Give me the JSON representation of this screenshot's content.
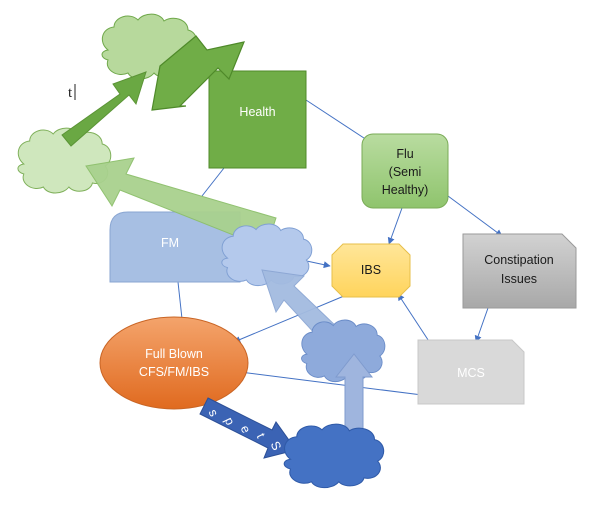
{
  "nodes": {
    "health": "Health",
    "flu_line1": "Flu",
    "flu_line2": "(Semi",
    "flu_line3": "Healthy)",
    "fm": "FM",
    "ibs": "IBS",
    "constipation_line1": "Constipation",
    "constipation_line2": "Issues",
    "mcs": "MCS",
    "full_blown_line1": "Full Blown",
    "full_blown_line2": "CFS/FM/IBS"
  },
  "steps_arrow": {
    "letters": [
      "S",
      "t",
      "e",
      "p",
      "s"
    ]
  },
  "stray_text": "t",
  "colors": {
    "health_green": "#70ad47",
    "light_green": "#a9d18e",
    "cloud_green": "#c5e0b4",
    "light_blue": "#9dc3e6",
    "fm_blue": "#a7bfe3",
    "mid_blue": "#8eaadb",
    "dark_blue": "#4472c4",
    "ibs_yellow": "#ffd966",
    "gray": "#bfbfbf",
    "light_gray": "#d9d9d9",
    "orange": "#ed7d31",
    "connector": "#4472c4"
  }
}
